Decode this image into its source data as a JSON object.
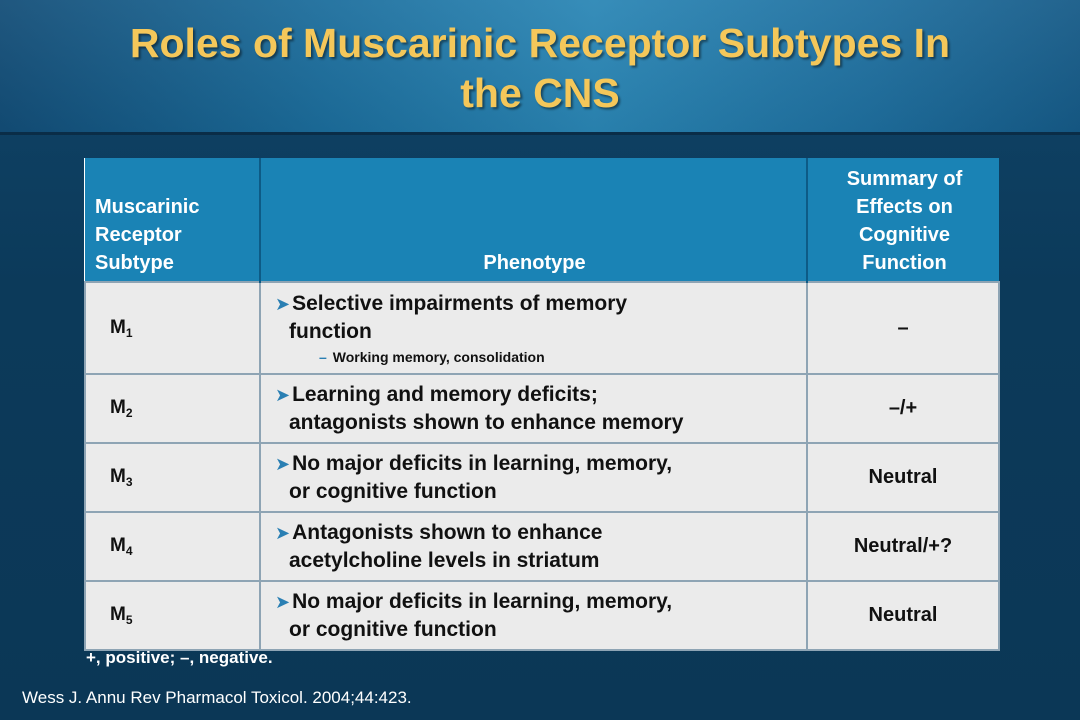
{
  "title": {
    "line1": "Roles of Muscarinic Receptor Subtypes In",
    "line2": "the CNS"
  },
  "table": {
    "headers": {
      "subtype": [
        "Muscarinic",
        "Receptor",
        "Subtype"
      ],
      "phenotype": "Phenotype",
      "summary": [
        "Summary of",
        "Effects on",
        "Cognitive",
        "Function"
      ]
    },
    "rows": [
      {
        "subtype_letter": "M",
        "subtype_sub": "1",
        "phenotype_lines": [
          "Selective impairments of memory",
          "function"
        ],
        "sub_bullet": "Working memory, consolidation",
        "summary": "–"
      },
      {
        "subtype_letter": "M",
        "subtype_sub": "2",
        "phenotype_lines": [
          "Learning and memory deficits;",
          "antagonists shown to enhance memory"
        ],
        "summary": "–/+"
      },
      {
        "subtype_letter": "M",
        "subtype_sub": "3",
        "phenotype_lines": [
          "No major deficits in learning, memory,",
          "or cognitive function"
        ],
        "summary": "Neutral"
      },
      {
        "subtype_letter": "M",
        "subtype_sub": "4",
        "phenotype_lines": [
          "Antagonists shown to enhance",
          "acetylcholine levels in striatum"
        ],
        "summary": "Neutral/+?"
      },
      {
        "subtype_letter": "M",
        "subtype_sub": "5",
        "phenotype_lines": [
          "No major deficits in learning, memory,",
          "or cognitive function"
        ],
        "summary": "Neutral"
      }
    ]
  },
  "legend": "+, positive; –, negative.",
  "citation": "Wess J. Annu Rev Pharmacol Toxicol. 2004;44:423.",
  "icons": {
    "bullet": "arrow-bullet-icon",
    "dash": "dash-bullet-icon"
  },
  "colors": {
    "title_text": "#f4c75a",
    "header_bg": "#1a83b5",
    "cell_bg": "#ebebeb",
    "slide_bg": "#0d3a5c"
  }
}
